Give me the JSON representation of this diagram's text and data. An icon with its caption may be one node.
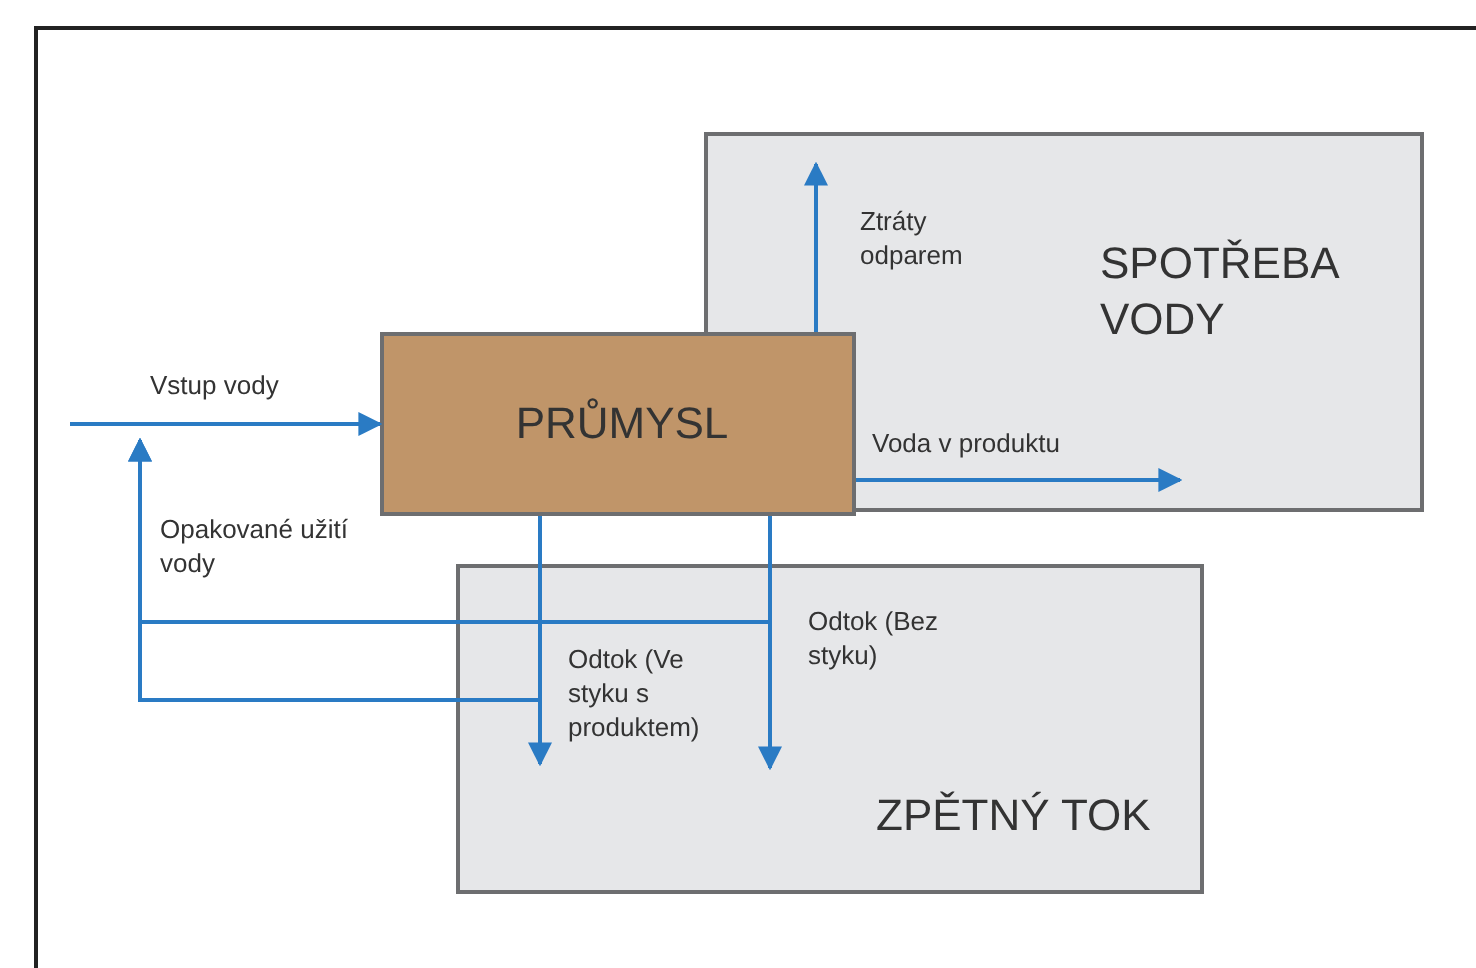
{
  "diagram": {
    "nodes": [
      {
        "text": [
          "PRŮMYSL"
        ]
      },
      {
        "text": [
          "SPOTŘEBA VODY"
        ]
      },
      {
        "text": [
          "ZPĚTNÝ TOK"
        ]
      }
    ],
    "edges": [
      {
        "from": null,
        "to": 0,
        "arrow": "to",
        "label": "Vstup vody"
      },
      {
        "from": 0,
        "to": 1,
        "arrow": "to",
        "label": "Ztráty odparem"
      },
      {
        "from": 0,
        "to": 1,
        "arrow": "to",
        "label": "Voda v produktu"
      },
      {
        "from": 0,
        "to": 2,
        "arrow": "to",
        "label": "Odtok (Ve styku s produktem)"
      },
      {
        "from": 0,
        "to": 2,
        "arrow": "to",
        "label": "Odtok (Bez styku)"
      },
      {
        "from": 0,
        "to": null,
        "arrow": "to"
      },
      {
        "from": 0,
        "to": null,
        "arrow": "to",
        "label": "Opakované užití vody"
      }
    ]
  }
}
